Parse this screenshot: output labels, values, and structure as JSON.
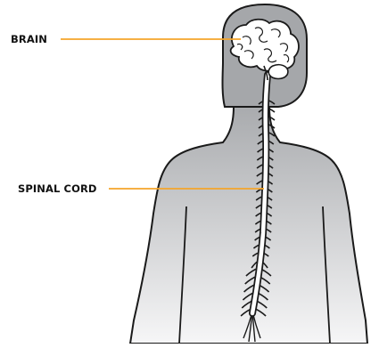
{
  "labels": {
    "brain": "BRAIN",
    "spinal_cord": "SPINAL CORD"
  },
  "colors": {
    "leader_line": "#f5a52a",
    "body_fill_top": "#a9abae",
    "body_fill_bottom": "#f6f6f7",
    "outline": "#1a1a1a",
    "nerve_tissue": "#ffffff"
  },
  "figure": "human-body-silhouette-with-brain-and-spinal-cord-and-nerves"
}
